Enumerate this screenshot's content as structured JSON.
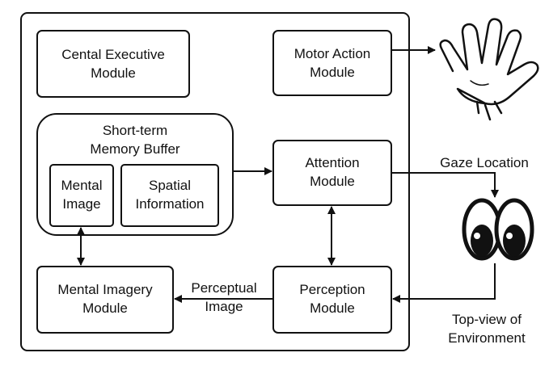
{
  "modules": {
    "central_executive": [
      "Cental Executive",
      "Module"
    ],
    "motor_action": [
      "Motor Action",
      "Module"
    ],
    "short_term_memory": [
      "Short-term",
      "Memory Buffer"
    ],
    "mental_image": [
      "Mental",
      "Image"
    ],
    "spatial_information": [
      "Spatial",
      "Information"
    ],
    "attention": [
      "Attention",
      "Module"
    ],
    "mental_imagery": [
      "Mental Imagery",
      "Module"
    ],
    "perception": [
      "Perception",
      "Module"
    ]
  },
  "edge_labels": {
    "gaze_location": "Gaze Location",
    "perceptual_image": [
      "Perceptual",
      "Image"
    ],
    "top_view": [
      "Top-view of",
      "Environment"
    ]
  },
  "icons": [
    "hand-icon",
    "eyes-icon"
  ],
  "colors": {
    "stroke": "#111111",
    "fill": "#ffffff"
  }
}
